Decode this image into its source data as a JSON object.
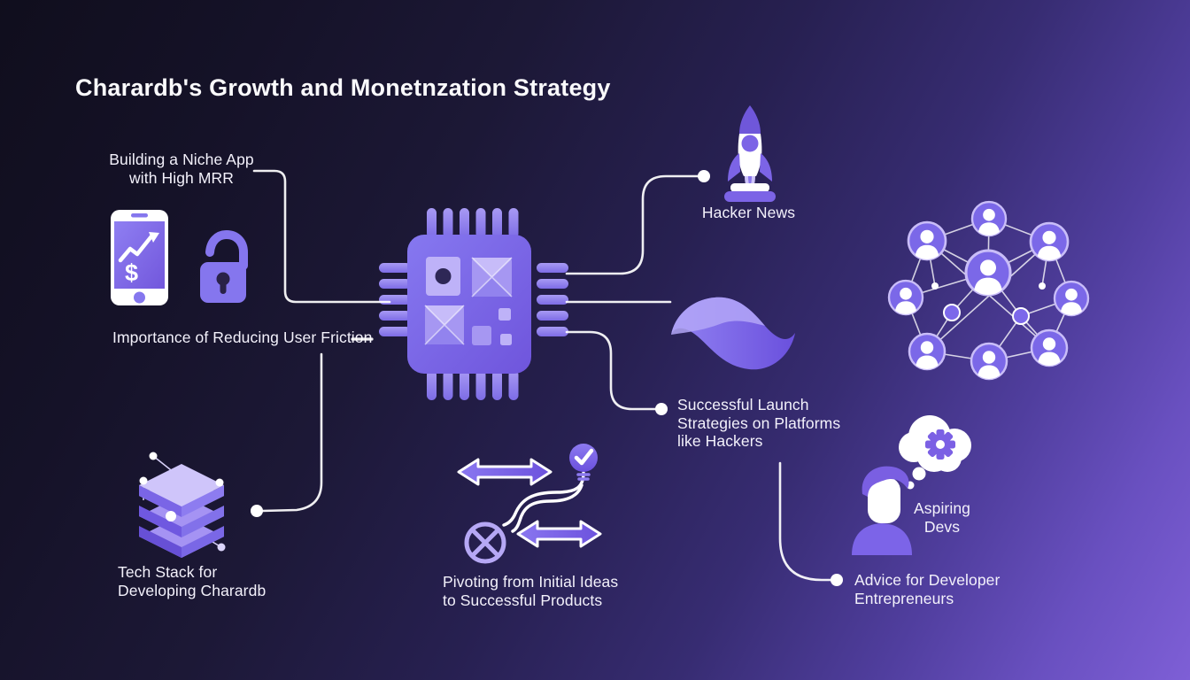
{
  "title": "Charardb's Growth and Monetnzation Strategy",
  "labels": {
    "niche_app": "Building a Niche App\nwith High MRR",
    "user_friction": "Importance of Reducing User Friction",
    "hacker_news": "Hacker News",
    "launch_strategies": "Successful Launch\nStrategies on Platforms\nlike Hackers",
    "tech_stack": "Tech Stack for\nDeveloping Charardb",
    "pivoting": "Pivoting from Initial Ideas\nto Successful Products",
    "aspiring_devs": "Aspiring\nDevs",
    "advice": "Advice for Developer\nEntrepreneurs"
  },
  "icons": [
    "phone-growth-icon",
    "open-lock-icon",
    "cpu-chip-icon",
    "rocket-icon",
    "wave-icon",
    "community-network-icon",
    "tech-stack-layers-icon",
    "double-arrow-icon",
    "lightbulb-check-icon",
    "crossed-circle-icon",
    "thinking-developer-icon",
    "thought-bubble-gear-icon"
  ],
  "colors": {
    "background_dark": "#100e1d",
    "background_light": "#7e5fd6",
    "accent": "#7c68ea",
    "accent_light": "#b3a6f5",
    "text": "#f3f1fb",
    "connector": "#ffffff"
  }
}
